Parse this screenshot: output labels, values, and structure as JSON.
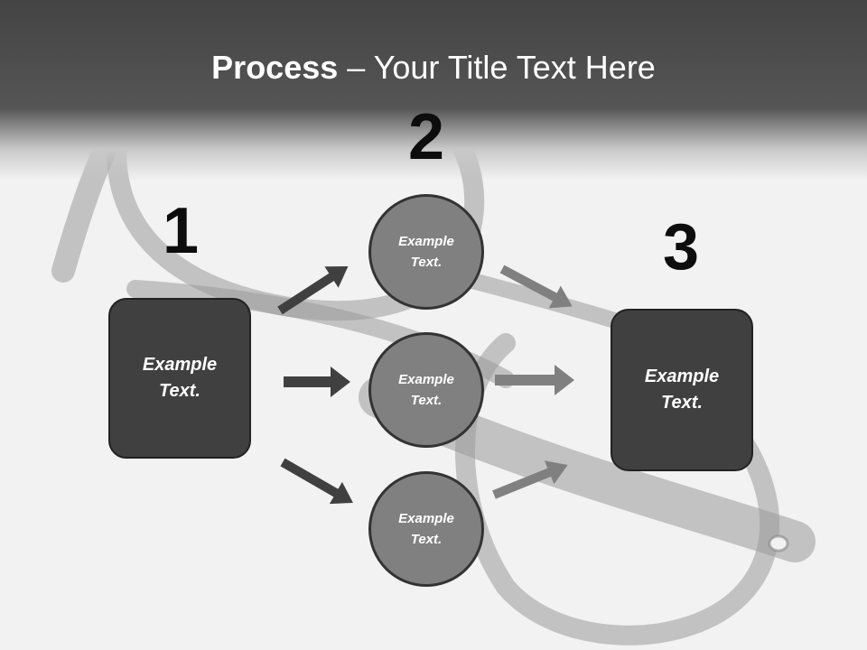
{
  "title": {
    "bold": "Process",
    "rest": " – Your Title Text Here"
  },
  "steps": [
    {
      "number": "1",
      "text": "Example Text."
    },
    {
      "number": "2"
    },
    {
      "number": "3",
      "text": "Example Text."
    }
  ],
  "circles": [
    {
      "text": "Example Text."
    },
    {
      "text": "Example Text."
    },
    {
      "text": "Example Text."
    }
  ],
  "colors": {
    "box_fill": "#404040",
    "circle_fill": "#808080",
    "dark_arrow": "#404040",
    "light_arrow": "#808080",
    "header": "#4a4a4a"
  }
}
